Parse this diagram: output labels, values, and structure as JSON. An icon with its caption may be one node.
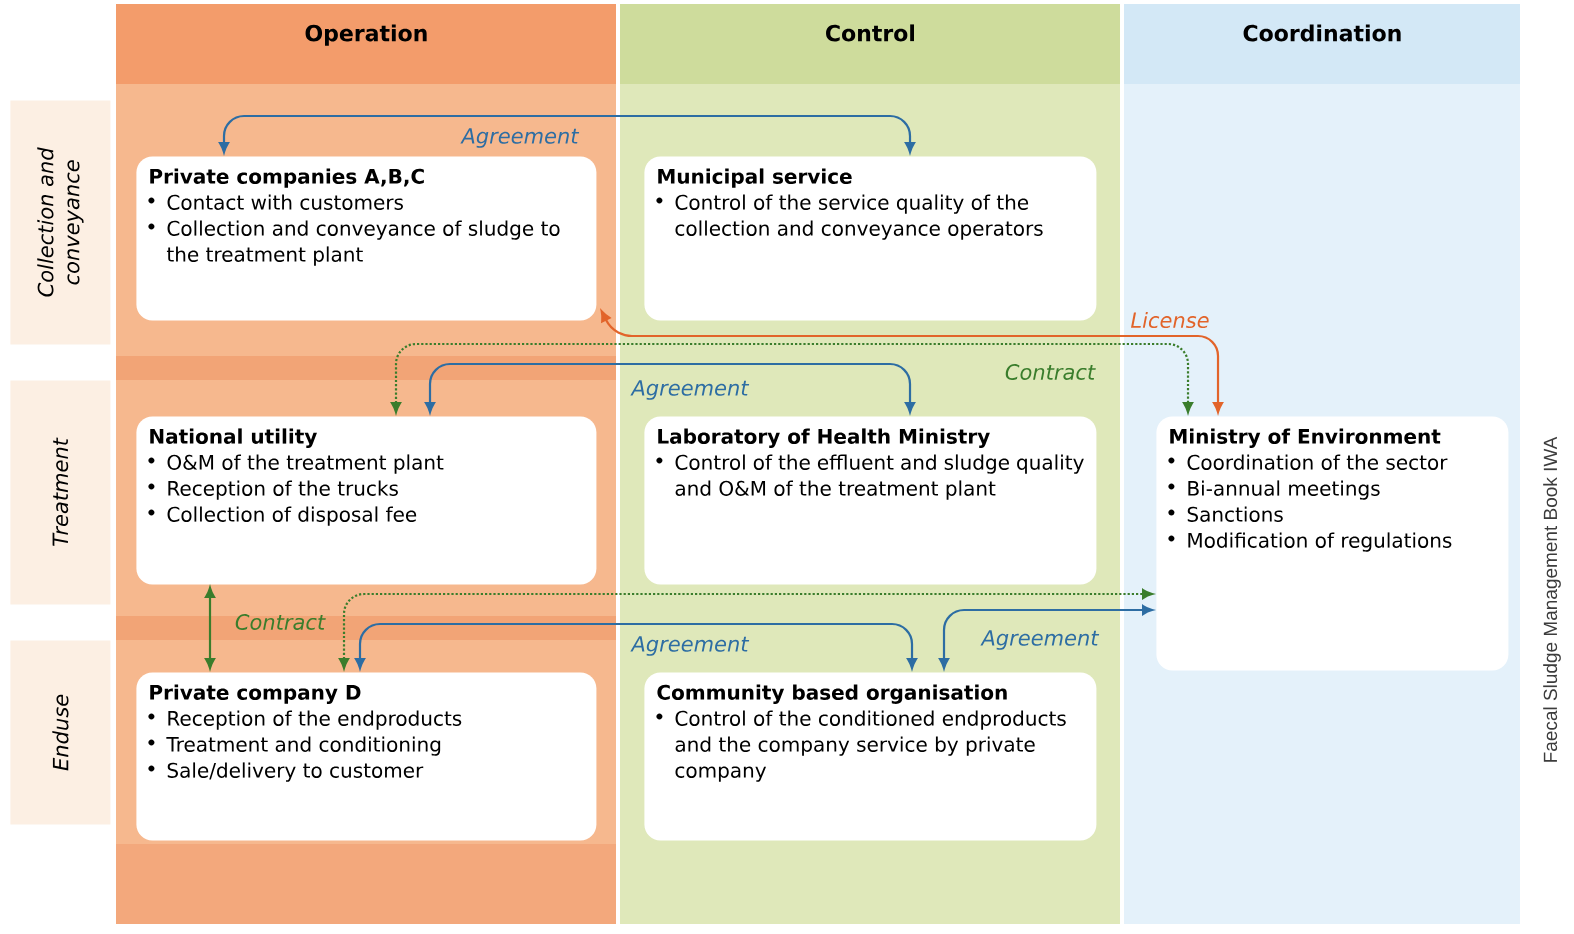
{
  "diagram": {
    "nodes": [
      {
        "text": [
          "Operation"
        ]
      },
      {
        "text": [
          "Control"
        ]
      },
      {
        "text": [
          "Coordination"
        ]
      },
      {
        "text": [
          "Collection and conveyance"
        ]
      },
      {
        "text": [
          "Treatment"
        ]
      },
      {
        "text": [
          "Enduse"
        ]
      },
      {
        "text": [
          "Private companies A,B,C",
          "Contact with customers",
          "Collection and conveyance of sludge to the treatment plant"
        ],
        "in": 0
      },
      {
        "text": [
          "Municipal service",
          "Control of the service quality of the collection and conveyance operators"
        ],
        "in": 1
      },
      {
        "text": [
          "National utility",
          "O&M of the treatment plant",
          "Reception of the trucks",
          "Collection of disposal fee"
        ],
        "in": 0
      },
      {
        "text": [
          "Laboratory of Health Ministry",
          "Control of the effluent and sludge quality and O&M of the treatment plant"
        ],
        "in": 1
      },
      {
        "text": [
          "Ministry of Environment",
          "Coordination of the sector",
          "Bi-annual meetings",
          "Sanctions",
          "Modification of regulations"
        ],
        "in": 2
      },
      {
        "text": [
          "Private company D",
          "Reception of the endproducts",
          "Treatment and conditioning",
          "Sale/delivery to customer"
        ],
        "in": 0
      },
      {
        "text": [
          "Community based organisation",
          "Control of the conditioned endproducts and the company service by private company"
        ],
        "in": 1
      }
    ],
    "edges": [
      {
        "from": 6,
        "to": 7,
        "arrow": "both",
        "label": "Agreement"
      },
      {
        "from": 6,
        "to": 10,
        "arrow": "both",
        "label": "License",
        "color": "#e2642a"
      },
      {
        "from": 8,
        "to": 10,
        "arrow": "both",
        "label": "Contract",
        "style": "dashed",
        "color": "#3a7d2c"
      },
      {
        "from": 8,
        "to": 9,
        "arrow": "both",
        "label": "Agreement"
      },
      {
        "from": 8,
        "to": 11,
        "arrow": "both",
        "label": "Contract",
        "color": "#3a7d2c"
      },
      {
        "from": 11,
        "to": 10,
        "arrow": "both",
        "style": "dashed",
        "color": "#3a7d2c"
      },
      {
        "from": 11,
        "to": 12,
        "arrow": "both",
        "label": "Agreement"
      },
      {
        "from": 12,
        "to": 10,
        "arrow": "both",
        "label": "Agreement"
      }
    ],
    "labels": [
      "Faecal Sludge Management Book IWA"
    ]
  }
}
